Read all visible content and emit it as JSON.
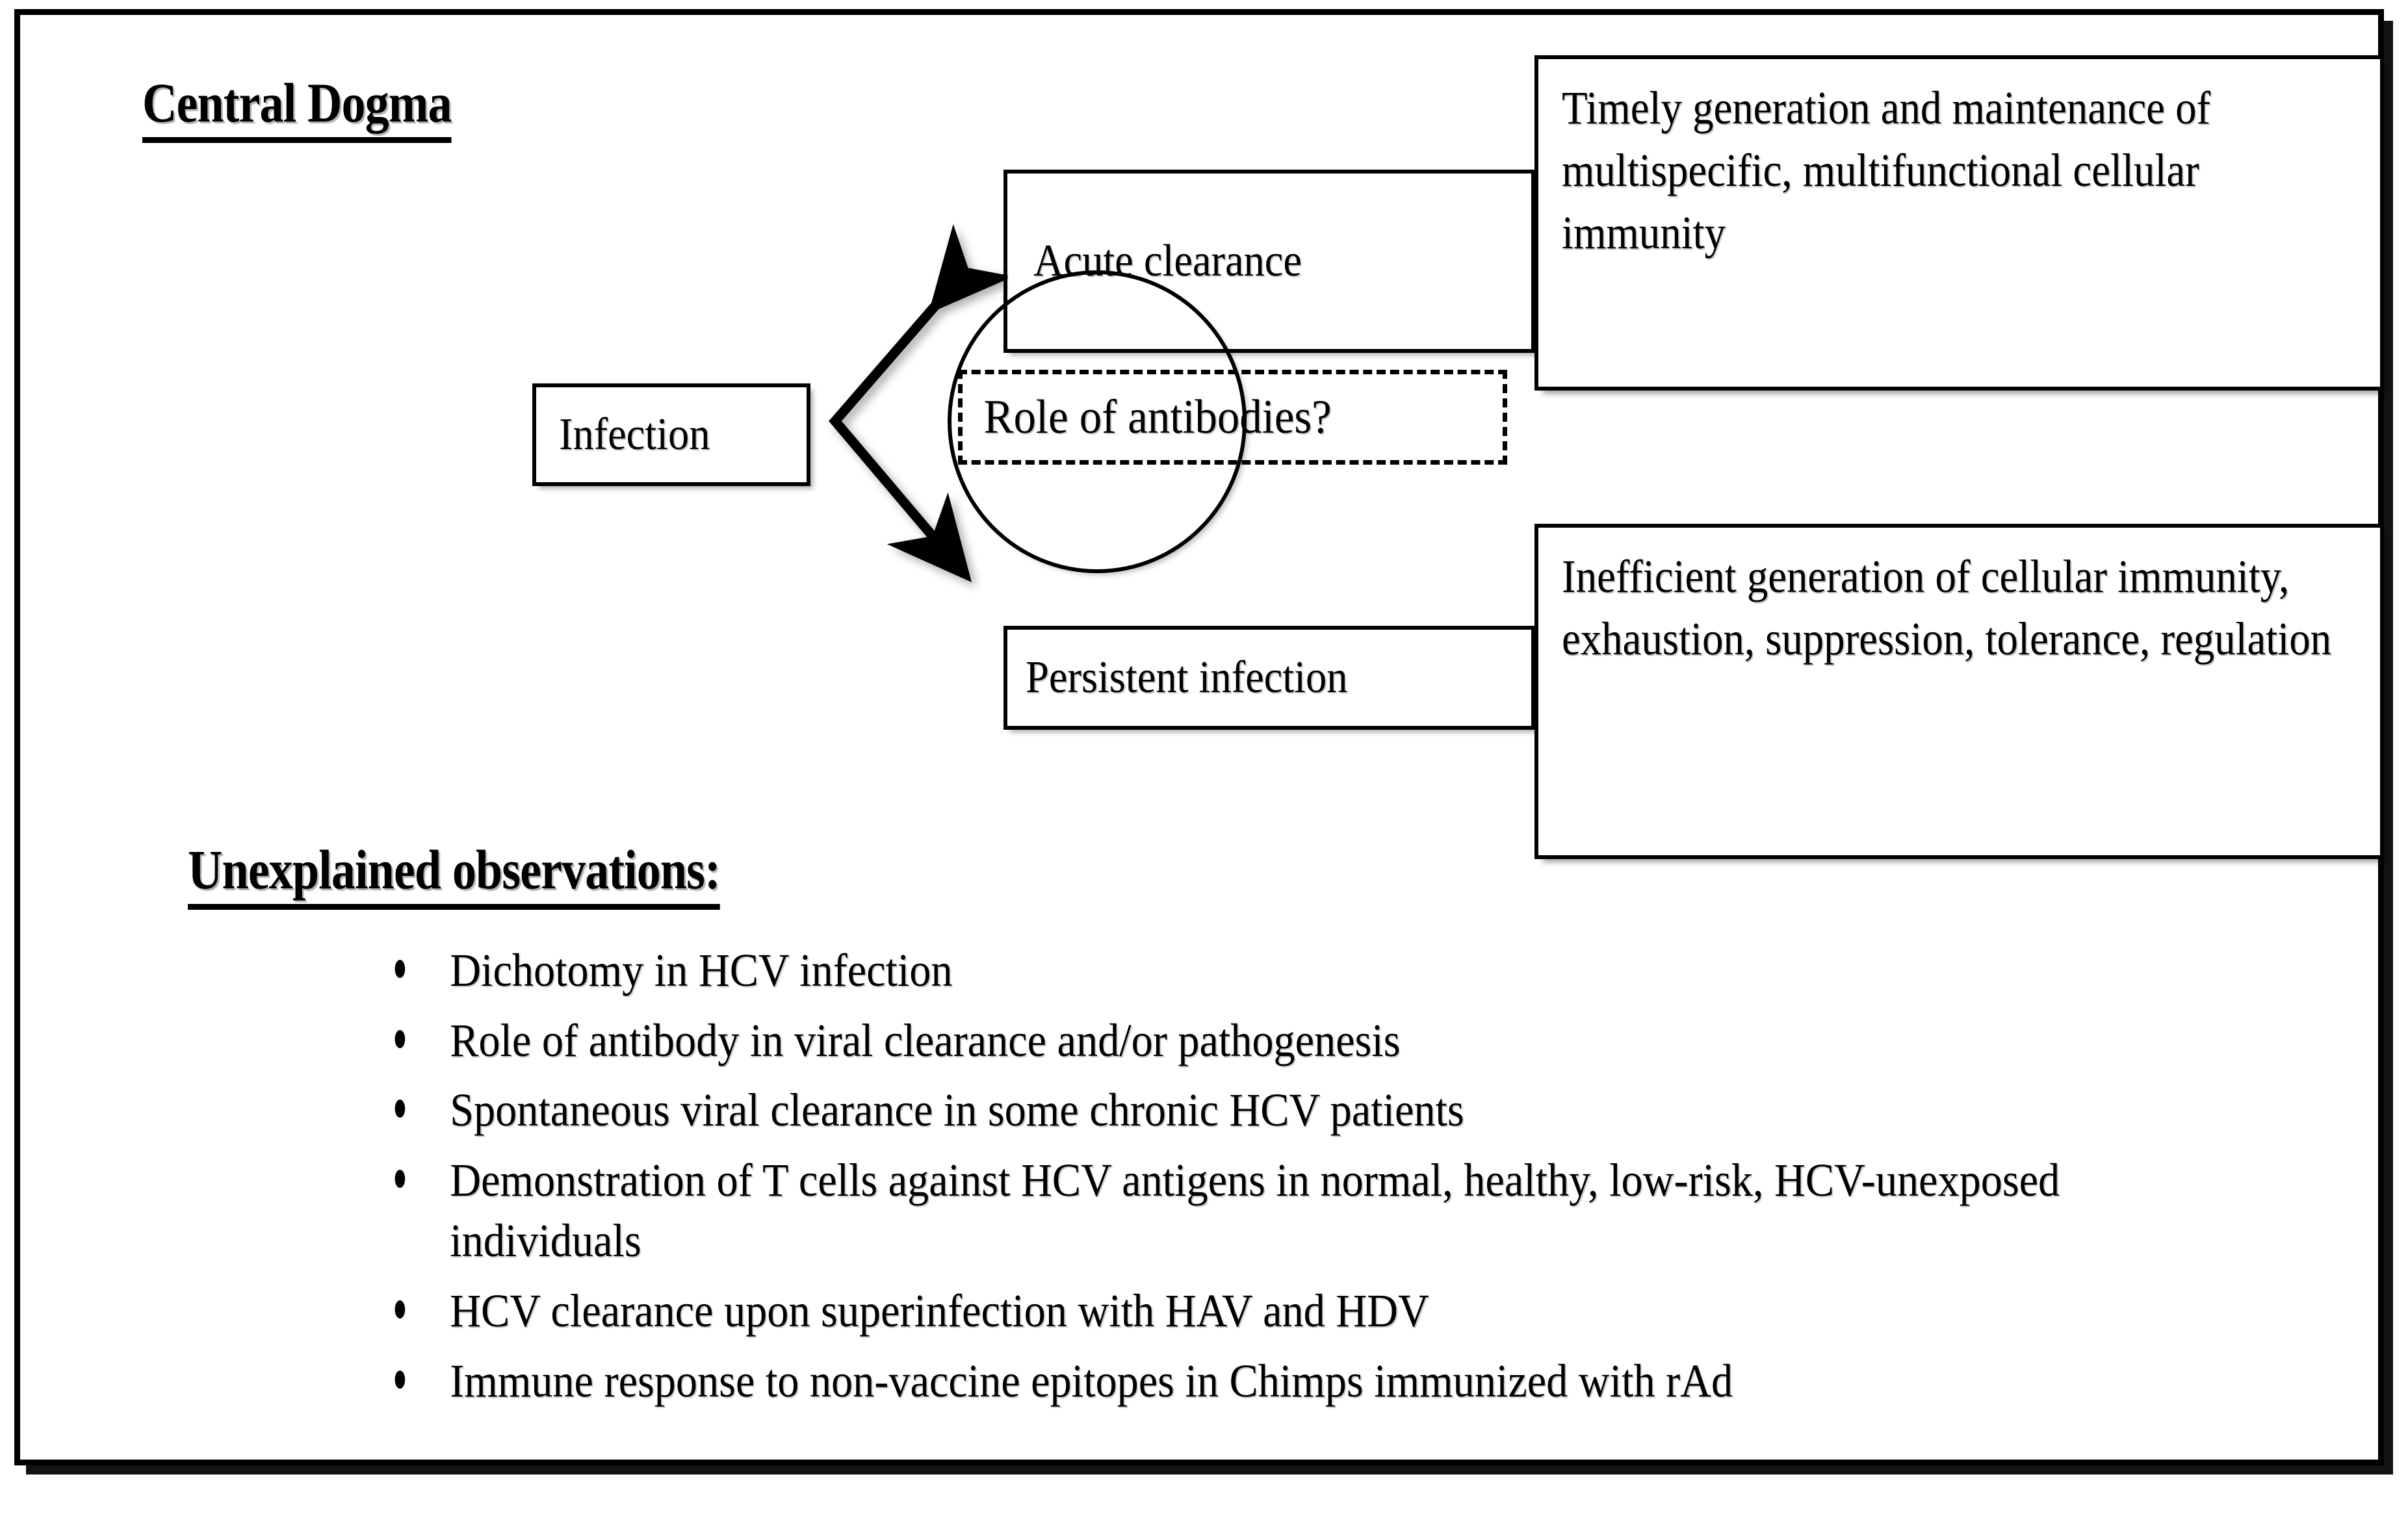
{
  "slide": {
    "title": "Central Dogma",
    "observations_heading": "Unexplained observations:"
  },
  "diagram": {
    "infection_label": "Infection",
    "acute_clearance_label": "Acute clearance",
    "persistent_infection_label": "Persistent infection",
    "antibody_question_label": "Role of antibodies?",
    "acute_panel_text": "Timely generation and maintenance of multispecific, multifunctional cellular immunity",
    "persistent_panel_text": "Inefficient generation of cellular immunity, exhaustion, suppression, tolerance, regulation",
    "arrows": {
      "branch_to_acute": "arrow-up-right",
      "branch_to_persistent": "arrow-down-right",
      "antibody_to_acute": "arrow-up",
      "antibody_to_persistent": "arrow-down"
    }
  },
  "observations": [
    "Dichotomy in HCV infection",
    "Role of antibody in viral clearance and/or pathogenesis",
    "Spontaneous viral clearance in some chronic HCV patients",
    "Demonstration of T cells against HCV antigens in normal, healthy, low-risk, HCV-unexposed individuals",
    "HCV clearance upon superinfection with HAV and HDV",
    "Immune response to non-vaccine epitopes in Chimps immunized with rAd"
  ],
  "colors": {
    "ink": "#000000",
    "page": "#ffffff"
  }
}
